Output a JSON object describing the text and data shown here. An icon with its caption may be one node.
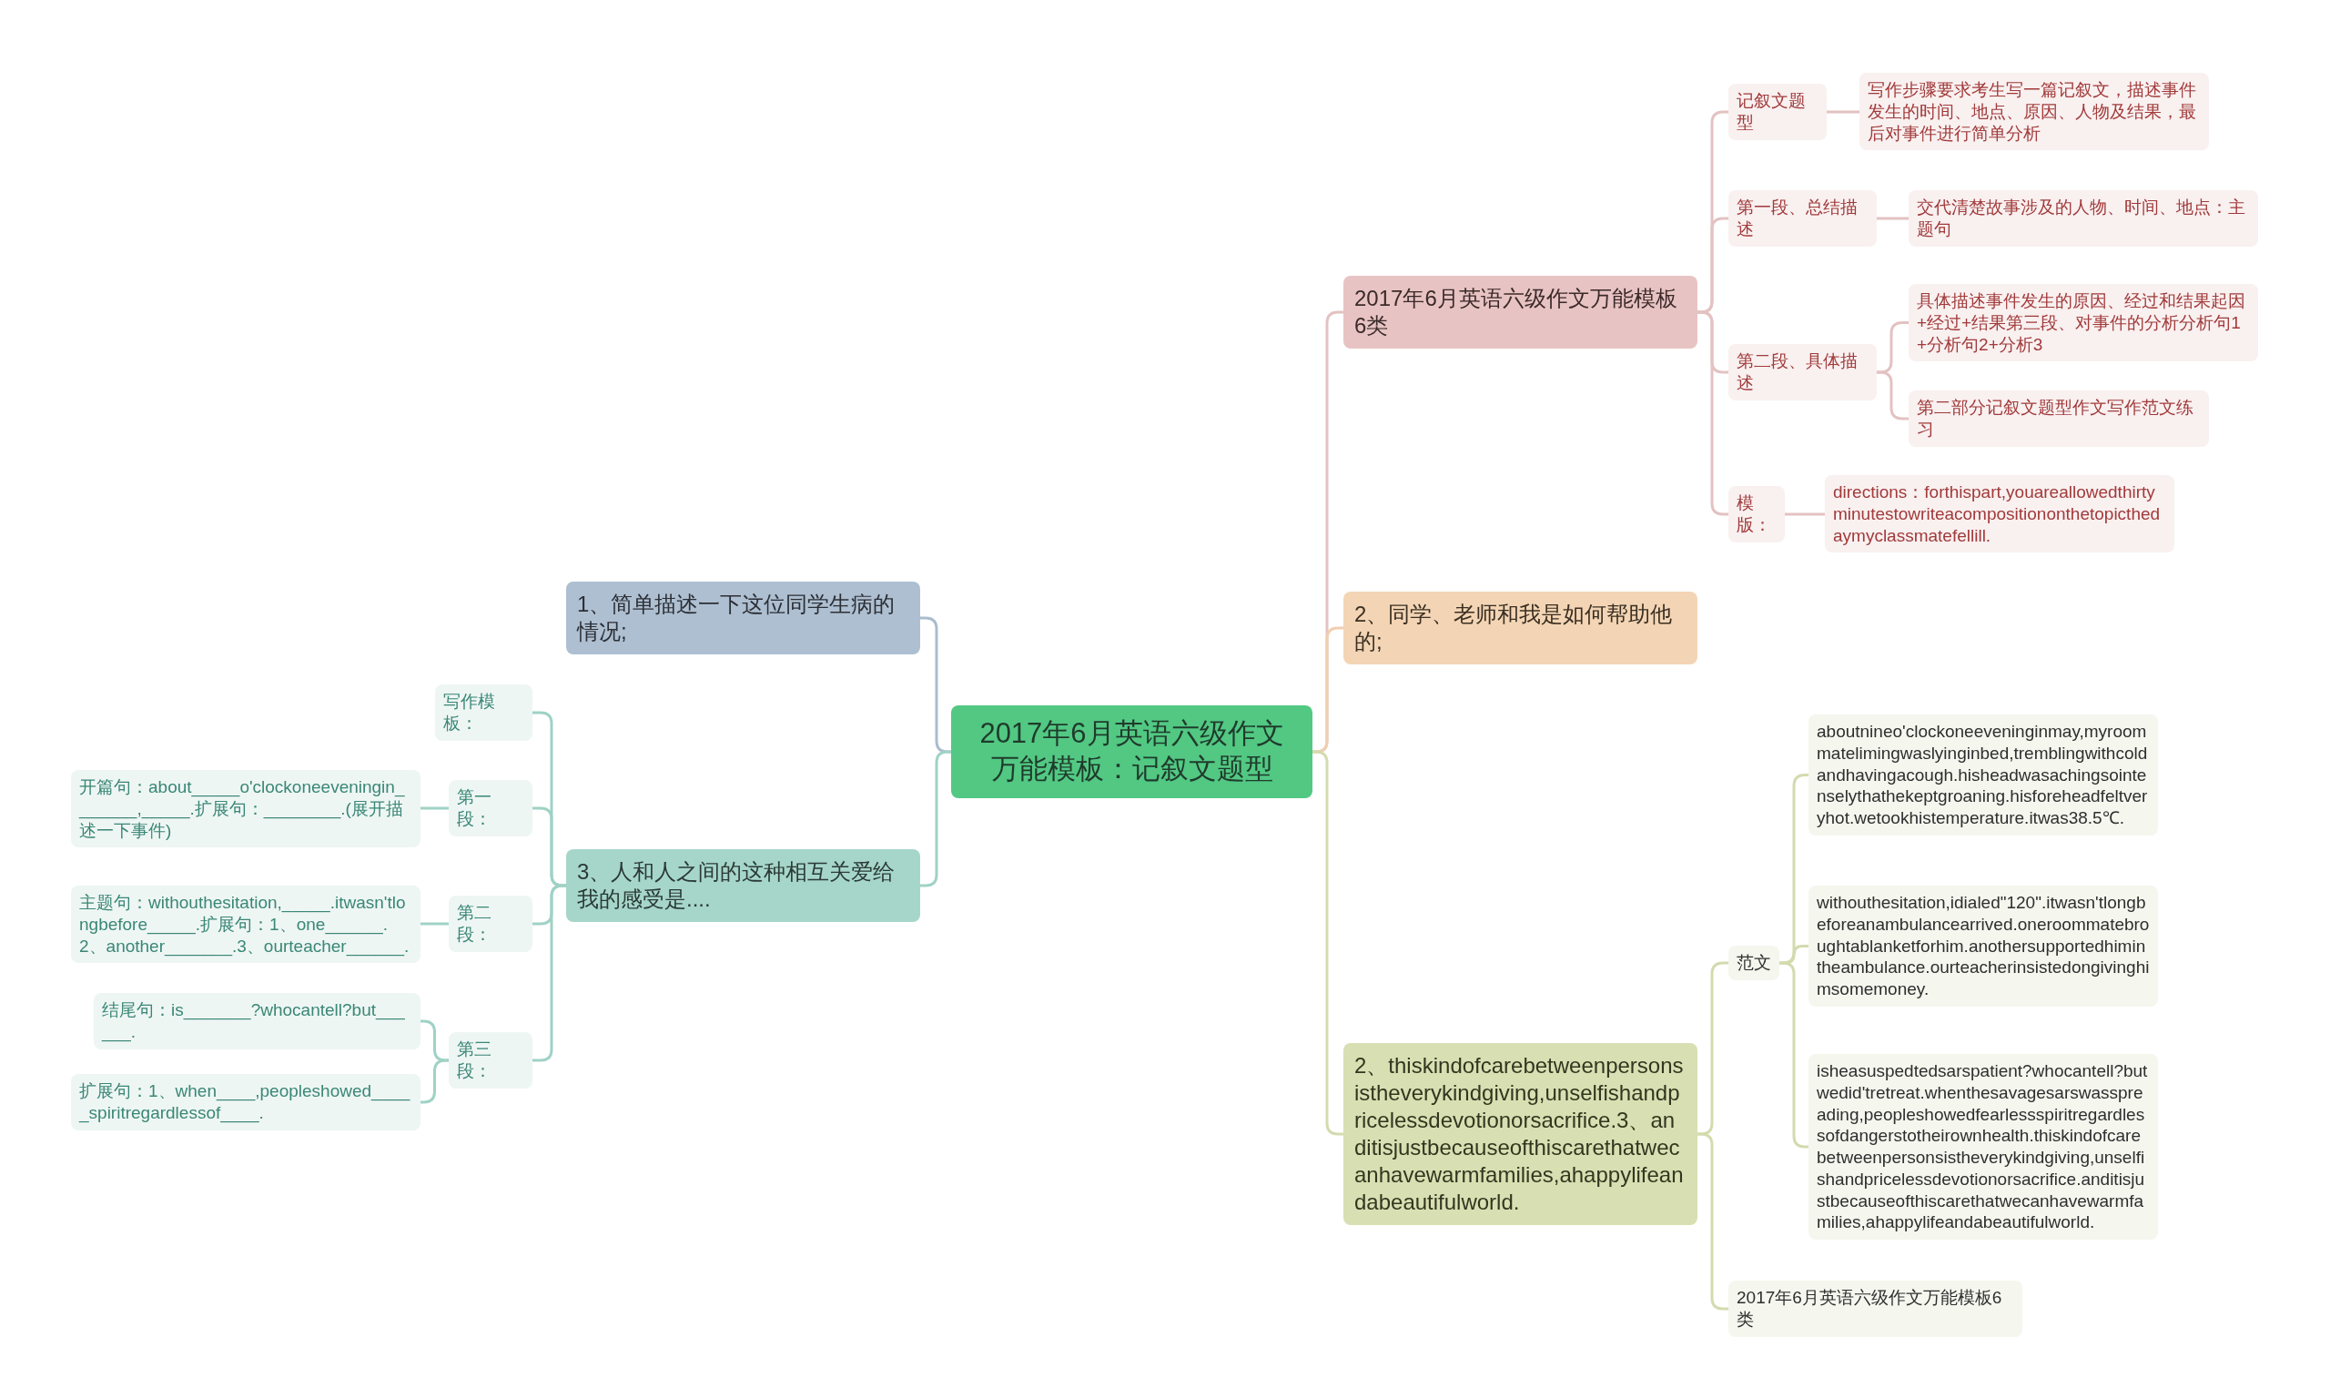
{
  "diagram": {
    "nodes": [
      {
        "text": [
          "2017年6月英语六级作文万能模板：记叙文题型"
        ]
      },
      {
        "text": [
          "1、简单描述一下这位同学生病的情况;"
        ]
      },
      {
        "text": [
          "3、人和人之间的这种相互关爱给我的感受是...."
        ]
      },
      {
        "text": [
          "写作模板："
        ]
      },
      {
        "text": [
          "第一段："
        ]
      },
      {
        "text": [
          "开篇句：about_____o'clockoneeveningin_______,_____.扩展句：________.(展开描述一下事件)"
        ]
      },
      {
        "text": [
          "第二段："
        ]
      },
      {
        "text": [
          "主题句：withouthesitation,_____.itwasn'tlongbefore_____.扩展句：1、one______.2、another_______.3、ourteacher______."
        ]
      },
      {
        "text": [
          "第三段："
        ]
      },
      {
        "text": [
          "结尾句：is_______?whocantell?but______."
        ]
      },
      {
        "text": [
          "扩展句：1、when____,peopleshowed_____spiritregardlessof____."
        ]
      },
      {
        "text": [
          "2017年6月英语六级作文万能模板6类"
        ]
      },
      {
        "text": [
          "记叙文题型"
        ]
      },
      {
        "text": [
          "写作步骤要求考生写一篇记叙文，描述事件发生的时间、地点、原因、人物及结果，最后对事件进行简单分析"
        ]
      },
      {
        "text": [
          "第一段、总结描述"
        ]
      },
      {
        "text": [
          "交代清楚故事涉及的人物、时间、地点：主题句"
        ]
      },
      {
        "text": [
          "第二段、具体描述"
        ]
      },
      {
        "text": [
          "具体描述事件发生的原因、经过和结果起因+经过+结果第三段、对事件的分析分析句1+分析句2+分析3"
        ]
      },
      {
        "text": [
          "第二部分记叙文题型作文写作范文练习"
        ]
      },
      {
        "text": [
          "模版："
        ]
      },
      {
        "text": [
          "directions：forthispart,youareallowedthirtyminutestowriteacompositiononthetopicthedaymyclassmatefellill."
        ]
      },
      {
        "text": [
          "2、同学、老师和我是如何帮助他的;"
        ]
      },
      {
        "text": [
          "2、thiskindofcarebetweenpersonsistheverykindgiving,unselfishandpricelessdevotionorsacrifice.3、anditisjustbecauseofthiscarethatwecanhavewarmfamilies,ahappylifeandabeautifulworld."
        ]
      },
      {
        "text": [
          "范文"
        ]
      },
      {
        "text": [
          "aboutnineo'clockoneeveninginmay,myroommatelimingwaslyinginbed,tremblingwithcoldandhavingacough.hisheadwasachingsointenselythathekeptgroaning.hisforeheadfeltveryhot.wetookhistemperature.itwas38.5℃."
        ]
      },
      {
        "text": [
          "withouthesitation,idialed\"120\".itwasn'tlongbeforeanambulancearrived.oneroommatebroughtablanketforhim.anothersupportedhimintheambulance.ourteacherinsistedongivinghimsomemoney."
        ]
      },
      {
        "text": [
          "isheasuspedtedsarspatient?whocantell?butwedid'tretreat.whenthesavagesarswasspreading,peopleshowedfearlessspiritregardlessofdangerstotheirownhealth.thiskindofcarebetweenpersonsistheverykindgiving,unselfishandpricelessdevotionorsacrifice.anditisjustbecauseofthiscarethatwecanhavewarmfamilies,ahappylifeandabeautifulworld."
        ]
      },
      {
        "text": [
          "2017年6月英语六级作文万能模板6类"
        ]
      }
    ],
    "edges": [
      {
        "from": 0,
        "to": 1,
        "arrow": "none",
        "color": "#a9bccf"
      },
      {
        "from": 0,
        "to": 2,
        "arrow": "none",
        "color": "#9fd2c5"
      },
      {
        "from": 2,
        "to": 3,
        "arrow": "none",
        "color": "#9fd2c5"
      },
      {
        "from": 2,
        "to": 4,
        "arrow": "none",
        "color": "#9fd2c5"
      },
      {
        "from": 4,
        "to": 5,
        "arrow": "none",
        "color": "#9fd2c5"
      },
      {
        "from": 2,
        "to": 6,
        "arrow": "none",
        "color": "#9fd2c5"
      },
      {
        "from": 6,
        "to": 7,
        "arrow": "none",
        "color": "#9fd2c5"
      },
      {
        "from": 2,
        "to": 8,
        "arrow": "none",
        "color": "#9fd2c5"
      },
      {
        "from": 8,
        "to": 9,
        "arrow": "none",
        "color": "#9fd2c5"
      },
      {
        "from": 8,
        "to": 10,
        "arrow": "none",
        "color": "#9fd2c5"
      },
      {
        "from": 0,
        "to": 11,
        "arrow": "none"
      },
      {
        "from": 11,
        "to": 12,
        "arrow": "none"
      },
      {
        "from": 12,
        "to": 13,
        "arrow": "none"
      },
      {
        "from": 11,
        "to": 14,
        "arrow": "none"
      },
      {
        "from": 14,
        "to": 15,
        "arrow": "none"
      },
      {
        "from": 11,
        "to": 16,
        "arrow": "none"
      },
      {
        "from": 16,
        "to": 17,
        "arrow": "none"
      },
      {
        "from": 16,
        "to": 18,
        "arrow": "none"
      },
      {
        "from": 11,
        "to": 19,
        "arrow": "none"
      },
      {
        "from": 19,
        "to": 20,
        "arrow": "none"
      },
      {
        "from": 0,
        "to": 21,
        "arrow": "none",
        "color": "#f0cfb0"
      },
      {
        "from": 0,
        "to": 22,
        "arrow": "none",
        "color": "#d3dbae"
      },
      {
        "from": 22,
        "to": 23,
        "arrow": "none",
        "color": "#d3dbae"
      },
      {
        "from": 23,
        "to": 24,
        "arrow": "none",
        "color": "#d3dbae"
      },
      {
        "from": 23,
        "to": 25,
        "arrow": "none",
        "color": "#d3dbae"
      },
      {
        "from": 23,
        "to": 26,
        "arrow": "none",
        "color": "#d3dbae"
      },
      {
        "from": 22,
        "to": 27,
        "arrow": "none",
        "color": "#d3dbae"
      }
    ]
  }
}
